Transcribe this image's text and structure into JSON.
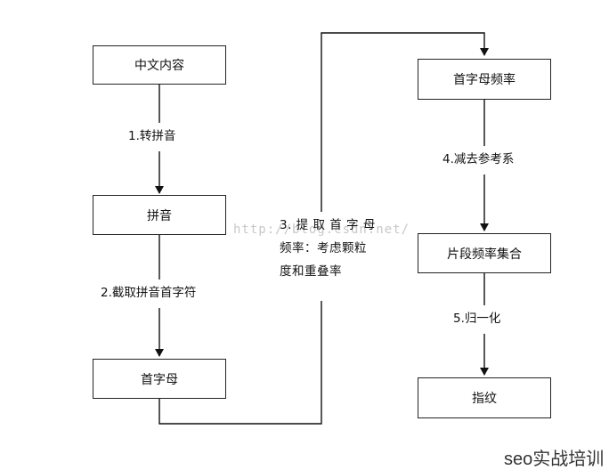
{
  "nodes": {
    "content": "中文内容",
    "pinyin": "拼音",
    "initials": "首字母",
    "initial_freq": "首字母频率",
    "segment_freq_set": "片段频率集合",
    "fingerprint": "指纹"
  },
  "edges": {
    "to_pinyin": "1.转拼音",
    "truncate": "2.截取拼音首字符",
    "extract": "3. 提 取 首 字 母\n频率：考虑颗粒\n度和重叠率",
    "subtract": "4.减去参考系",
    "normalize": "5.归一化"
  },
  "watermark": "http://blog.csdn.net/",
  "brand": "seo实战培训",
  "colors": {
    "line": "#111111",
    "border": "#222222",
    "watermark": "#c8c8c8"
  }
}
